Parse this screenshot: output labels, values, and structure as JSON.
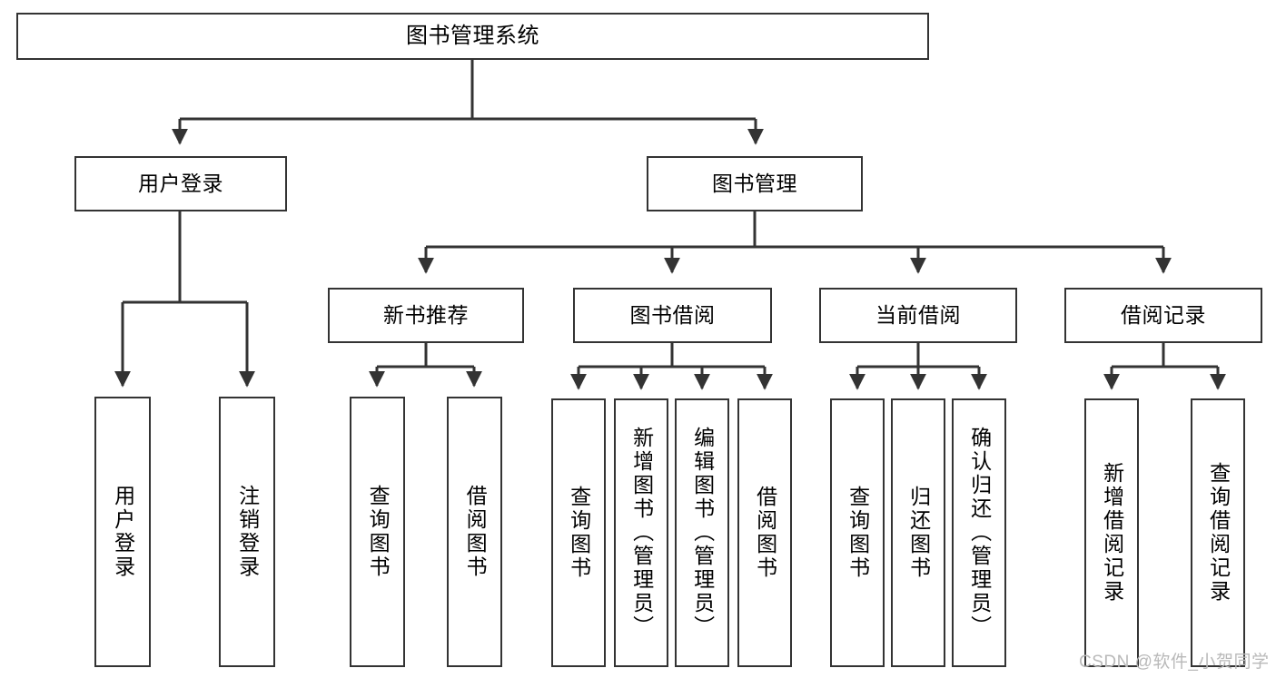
{
  "diagram": {
    "title": "图书管理系统",
    "type": "tree-hierarchy-diagram",
    "watermark": "CSDN @软件_小贺同学",
    "colors": {
      "stroke": "#333333",
      "fill": "#ffffff",
      "text": "#000000",
      "watermark": "#b9b9b9"
    },
    "nodes": {
      "root": {
        "label": "图书管理系统"
      },
      "level2": [
        {
          "id": "user-login",
          "label": "用户登录"
        },
        {
          "id": "book-management",
          "label": "图书管理"
        }
      ],
      "level3": [
        {
          "id": "new-book-recommend",
          "label": "新书推荐"
        },
        {
          "id": "book-borrow",
          "label": "图书借阅"
        },
        {
          "id": "current-borrow",
          "label": "当前借阅"
        },
        {
          "id": "borrow-record",
          "label": "借阅记录"
        }
      ],
      "leaves": {
        "user-login": [
          {
            "id": "leaf-user-login",
            "label": "用户登录"
          },
          {
            "id": "leaf-logout-login",
            "label": "注销登录"
          }
        ],
        "new-book-recommend": [
          {
            "id": "leaf-query-book-1",
            "label": "查询图书"
          },
          {
            "id": "leaf-borrow-book-1",
            "label": "借阅图书"
          }
        ],
        "book-borrow": [
          {
            "id": "leaf-query-book-2",
            "label": "查询图书"
          },
          {
            "id": "leaf-add-book",
            "label": "新增图书（管理员）"
          },
          {
            "id": "leaf-edit-book",
            "label": "编辑图书（管理员）"
          },
          {
            "id": "leaf-borrow-book-2",
            "label": "借阅图书"
          }
        ],
        "current-borrow": [
          {
            "id": "leaf-query-book-3",
            "label": "查询图书"
          },
          {
            "id": "leaf-return-book",
            "label": "归还图书"
          },
          {
            "id": "leaf-confirm-return",
            "label": "确认归还（管理员）"
          }
        ],
        "borrow-record": [
          {
            "id": "leaf-add-record",
            "label": "新增借阅记录"
          },
          {
            "id": "leaf-query-record",
            "label": "查询借阅记录"
          }
        ]
      }
    }
  }
}
